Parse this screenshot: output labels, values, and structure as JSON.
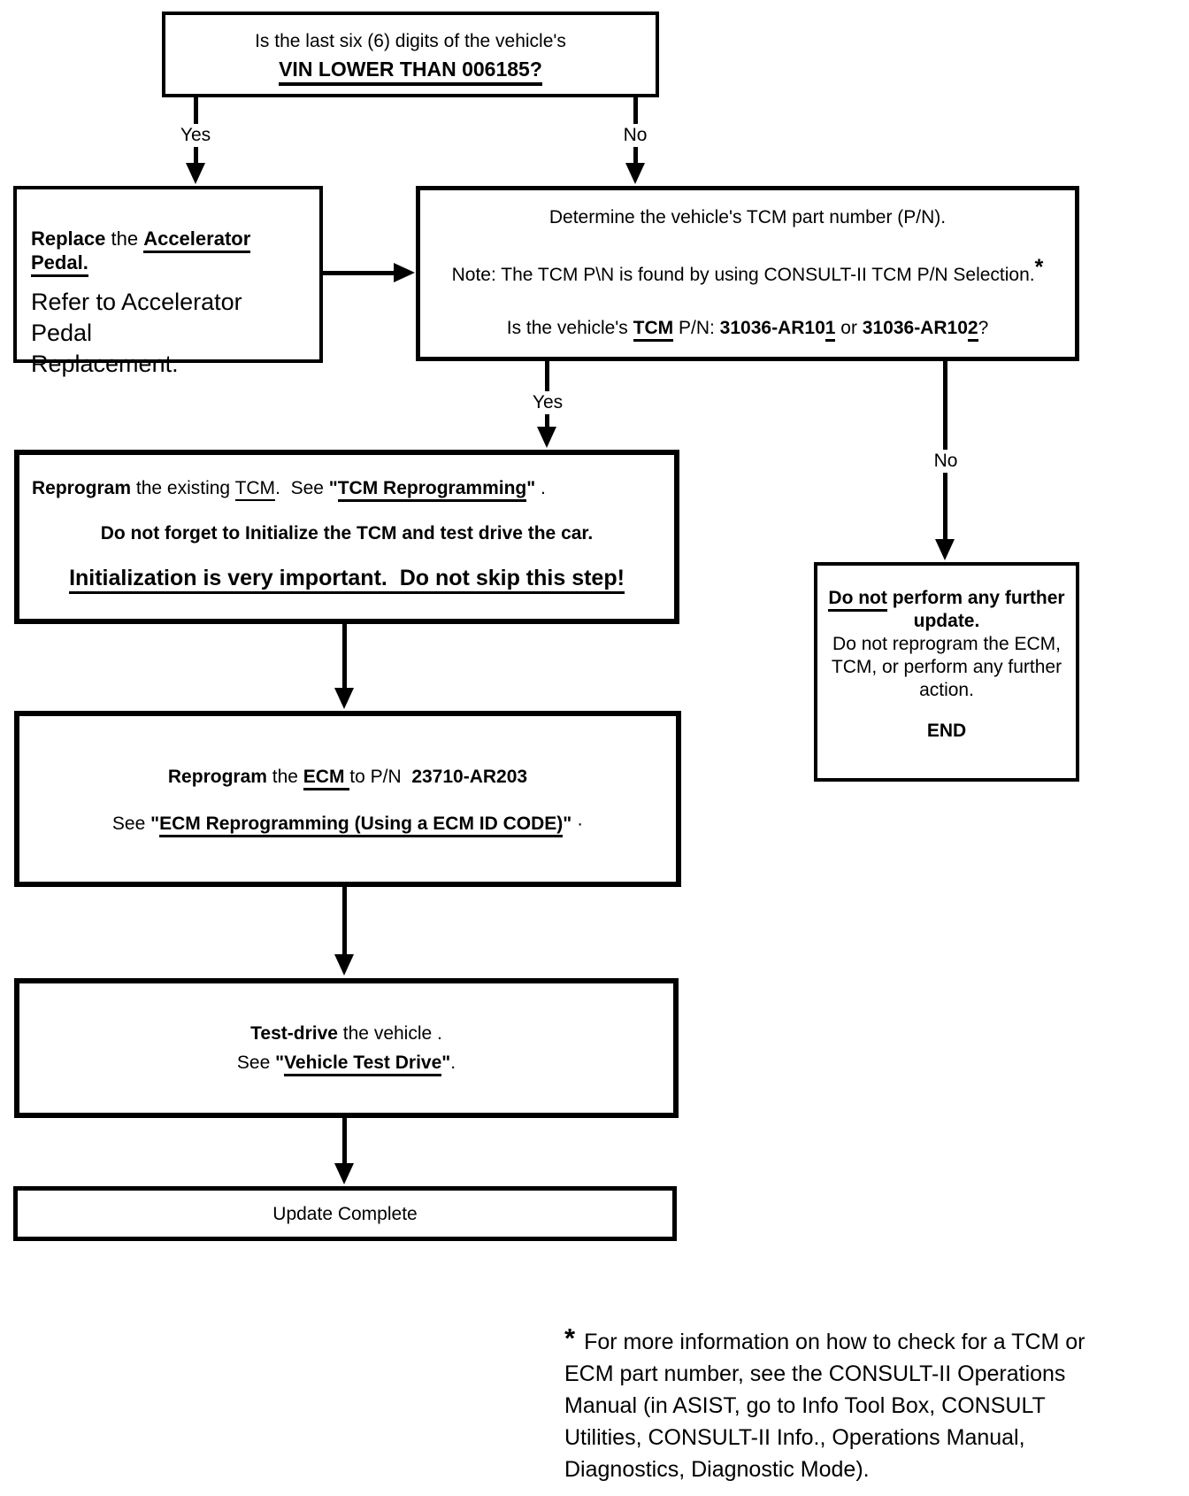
{
  "palette": {
    "ink": "#000000",
    "paper": "#ffffff"
  },
  "vin_box": {
    "line1": "Is the last six (6) digits of the vehicle's",
    "line2": "VIN LOWER THAN 006185?"
  },
  "branch1": {
    "yes": "Yes",
    "no": "No"
  },
  "branch2": {
    "yes": "Yes",
    "no": "No"
  },
  "replace_box": {
    "l1_bold": "Replace",
    "l1_mid": " the ",
    "l1_link": "Accelerator Pedal.",
    "l2": "Refer to Accelerator Pedal",
    "l3": "Replacement."
  },
  "determine_box": {
    "line1": "Determine the vehicle's TCM part number (P/N).",
    "note": "Note: The TCM P\\N is found by using CONSULT-II TCM P/N Selection.",
    "note_sup": "*",
    "q_pre": "Is the vehicle's ",
    "q_tcm": "TCM",
    "q_mid": " P/N: ",
    "pn1_base": "31036-AR10",
    "pn1_last": "1",
    "q_or": " or ",
    "pn2_base": "31036-AR10",
    "pn2_last": "2",
    "q_end": "?"
  },
  "tcm_box": {
    "l1_bold": "Reprogram",
    "l1_mid": " the existing ",
    "l1_tcm": "TCM",
    "l1_see": ".  See ",
    "l1_q1": "\"",
    "l1_link": "TCM Reprogramming",
    "l1_q2": "\"",
    "l1_end": " .",
    "l2": "Do not forget to Initialize the TCM and test drive the car.",
    "l3": "Initialization is very important.  Do not skip this step!"
  },
  "ecm_box": {
    "l1_bold": "Reprogram",
    "l1_mid": " the ",
    "l1_ecm": "ECM ",
    "l1_to": "to P/N  ",
    "l1_pn": "23710-AR203",
    "l2_see": "See ",
    "l2_q1": "\"",
    "l2_link": "ECM Reprogramming (Using a ECM ID CODE)",
    "l2_q2": "\"",
    "l2_end": " ·"
  },
  "test_box": {
    "l1_bold": "Test-drive",
    "l1_rest": " the vehicle .",
    "l2_see": "See ",
    "l2_q1": "\"",
    "l2_link": "Vehicle Test Drive",
    "l2_q2": "\"",
    "l2_end": "."
  },
  "update_box": {
    "label": "Update Complete"
  },
  "end_box": {
    "l1_u": "Do not",
    "l1_rest": " perform any further",
    "l2": "update.",
    "l3": "Do not reprogram the ECM,",
    "l4": "TCM, or perform any further",
    "l5": "action.",
    "end": "END"
  },
  "footnote": {
    "star": "*",
    "l1": "For more information on how to check for a TCM or",
    "l2": "ECM part number, see the CONSULT-II Operations",
    "l3": "Manual (in ASIST, go to Info Tool Box, CONSULT",
    "l4": "Utilities, CONSULT-II Info., Operations Manual,",
    "l5": "Diagnostics, Diagnostic Mode)."
  }
}
